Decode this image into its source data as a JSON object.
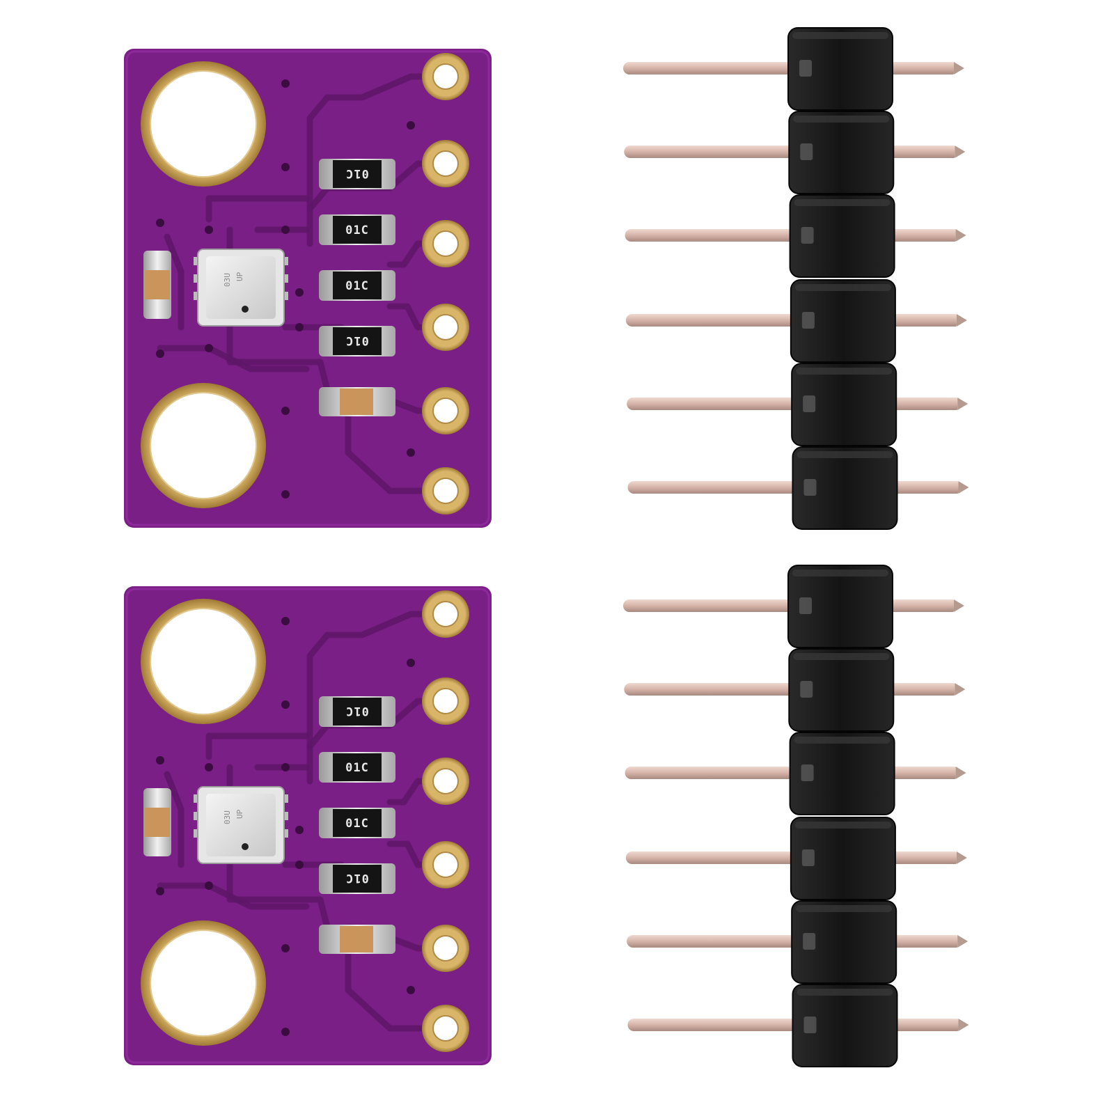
{
  "scene": {
    "description_type": "product photo",
    "background": "#ffffff",
    "board_color": "#7a1f86",
    "trace_color": "#5e1668",
    "pad_gold": "#c9a25a",
    "header_plastic": "#1a1a1a",
    "pin_color": "#d8b8ae"
  },
  "boards": [
    {
      "resistor_marks": [
        "01C",
        "01C",
        "01C",
        "01C"
      ],
      "sensor_marks": [
        "03U",
        "UP"
      ]
    },
    {
      "resistor_marks": [
        "01C",
        "01C",
        "01C",
        "01C"
      ],
      "sensor_marks": [
        "03U",
        "UP"
      ]
    }
  ],
  "headers": [
    {
      "pin_count": 6
    },
    {
      "pin_count": 6
    }
  ]
}
